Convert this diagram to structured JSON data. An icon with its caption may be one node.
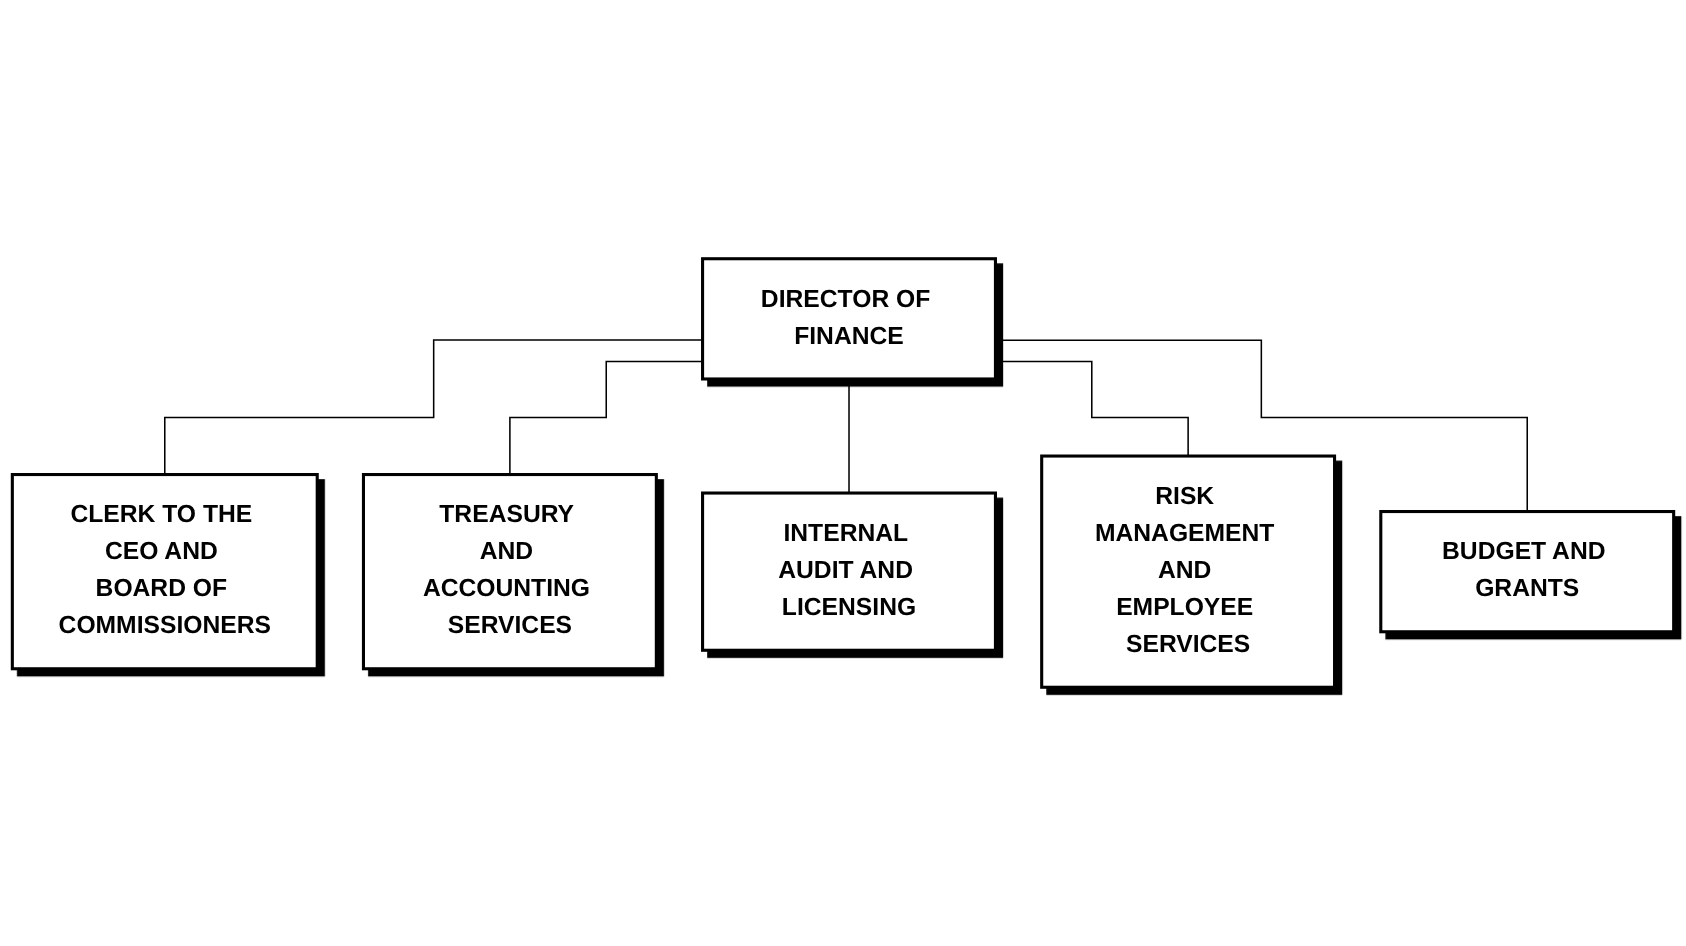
{
  "diagram": {
    "nodes": [
      {
        "text": [
          "DIRECTOR OF FINANCE"
        ]
      },
      {
        "text": [
          "CLERK TO THE CEO AND BOARD OF COMMISSIONERS"
        ]
      },
      {
        "text": [
          "TREASURY AND ACCOUNTING SERVICES"
        ]
      },
      {
        "text": [
          "INTERNAL AUDIT AND LICENSING"
        ]
      },
      {
        "text": [
          "RISK MANAGEMENT AND EMPLOYEE SERVICES"
        ]
      },
      {
        "text": [
          "BUDGET AND GRANTS"
        ]
      }
    ],
    "edges": [
      {
        "from": 0,
        "to": 1,
        "arrow": "none"
      },
      {
        "from": 0,
        "to": 2,
        "arrow": "none"
      },
      {
        "from": 0,
        "to": 3,
        "arrow": "none"
      },
      {
        "from": 0,
        "to": 4,
        "arrow": "none"
      },
      {
        "from": 0,
        "to": 5,
        "arrow": "none"
      }
    ]
  }
}
